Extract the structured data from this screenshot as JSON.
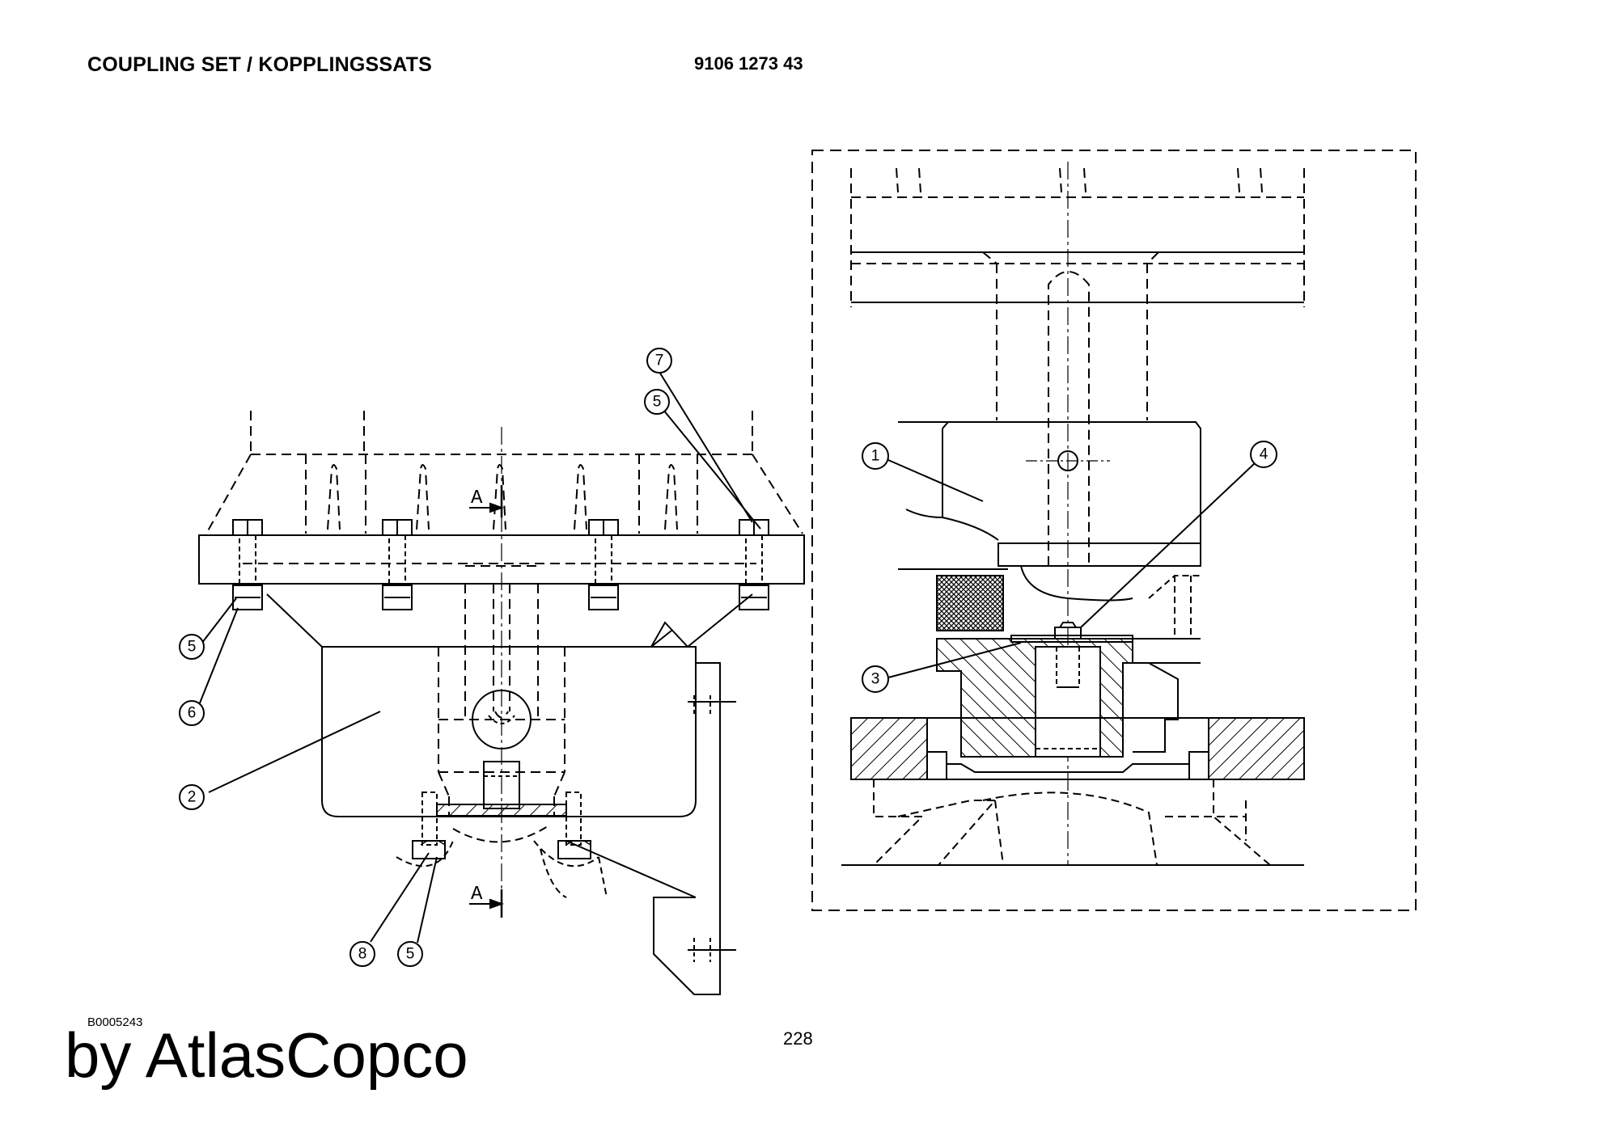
{
  "header": {
    "title": "COUPLING SET / KOPPLINGSSATS",
    "part_number": "9106 1273 43"
  },
  "diagram": {
    "section_marker_top": "A",
    "section_marker_bottom": "A",
    "callouts": {
      "left_7": "7",
      "left_5_upper": "5",
      "left_5_mid": "5",
      "left_6": "6",
      "left_2": "2",
      "left_8": "8",
      "left_5_bottom": "5",
      "detail_1": "1",
      "detail_4": "4",
      "detail_3": "3"
    }
  },
  "footer": {
    "drawing_code": "B0005243",
    "page_number": "228",
    "brand": "by AtlasCopco"
  }
}
